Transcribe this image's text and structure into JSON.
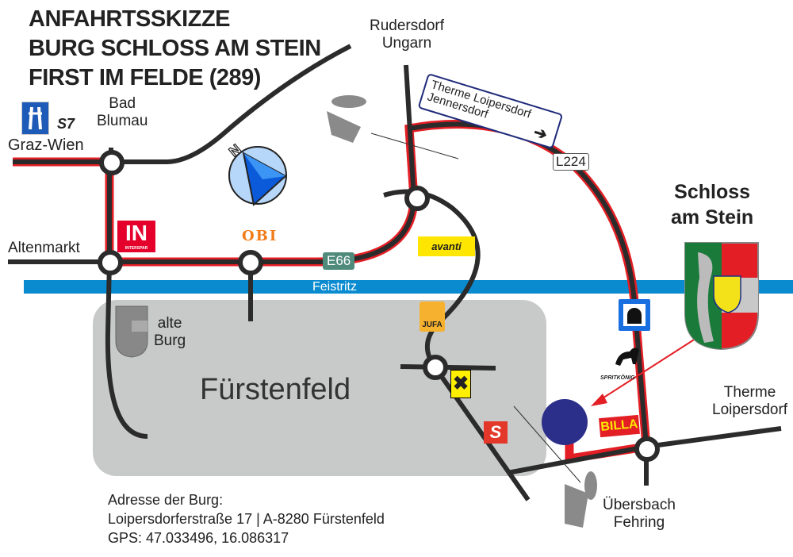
{
  "title": {
    "lines": [
      "ANFAHRTSSKIZZE",
      "BURG SCHLOSS AM STEIN",
      "FIRST IM FELDE (289)"
    ]
  },
  "motorway": {
    "icon": "motorway-icon",
    "number": "S7",
    "route": "Graz-Wien"
  },
  "places": {
    "bad_blumau": [
      "Bad",
      "Blumau"
    ],
    "rudersdorf": [
      "Rudersdorf",
      "Ungarn"
    ],
    "altenmarkt": "Altenmarkt",
    "alte_burg": [
      "alte",
      "Burg"
    ],
    "fuerstenfeld": "Fürstenfeld",
    "therme_loipersdorf": [
      "Therme",
      "Loipersdorf"
    ],
    "uebersbach": [
      "Übersbach",
      "Fehring"
    ]
  },
  "direction_sign": {
    "lines": [
      "Therme Loipersdorf",
      "Jennersdorf"
    ],
    "icon": "arrow-right-icon"
  },
  "roads": {
    "l224": "L224",
    "e66": "E66"
  },
  "river": "Feistritz",
  "castle": {
    "name_lines": [
      "Schloss",
      "am Stein"
    ]
  },
  "pois": {
    "interspar": {
      "label": "IN",
      "sub": "INTERSPAR"
    },
    "obi": "OBI",
    "avanti": "avanti",
    "jufa": "JUFA",
    "raiffeisen": "raiffeisen-icon",
    "spar_s": "S",
    "billa": "BILLA",
    "spritkoenig": "SPRITKÖNIG",
    "tunnel": "tunnel-icon",
    "compass_n": "N"
  },
  "address": {
    "heading": "Adresse der Burg:",
    "street": "Loipersdorferstraße 17 | A-8280 Fürstenfeld",
    "gps": "GPS: 47.033496, 16.086317"
  },
  "colors": {
    "route_red": "#e31e24",
    "road_black": "#2b2b2b",
    "river_blue": "#0a8bd0",
    "town_gray": "#c8c9c9",
    "sign_blue": "#1f2b7a",
    "e66_green": "#4f8a7b"
  }
}
